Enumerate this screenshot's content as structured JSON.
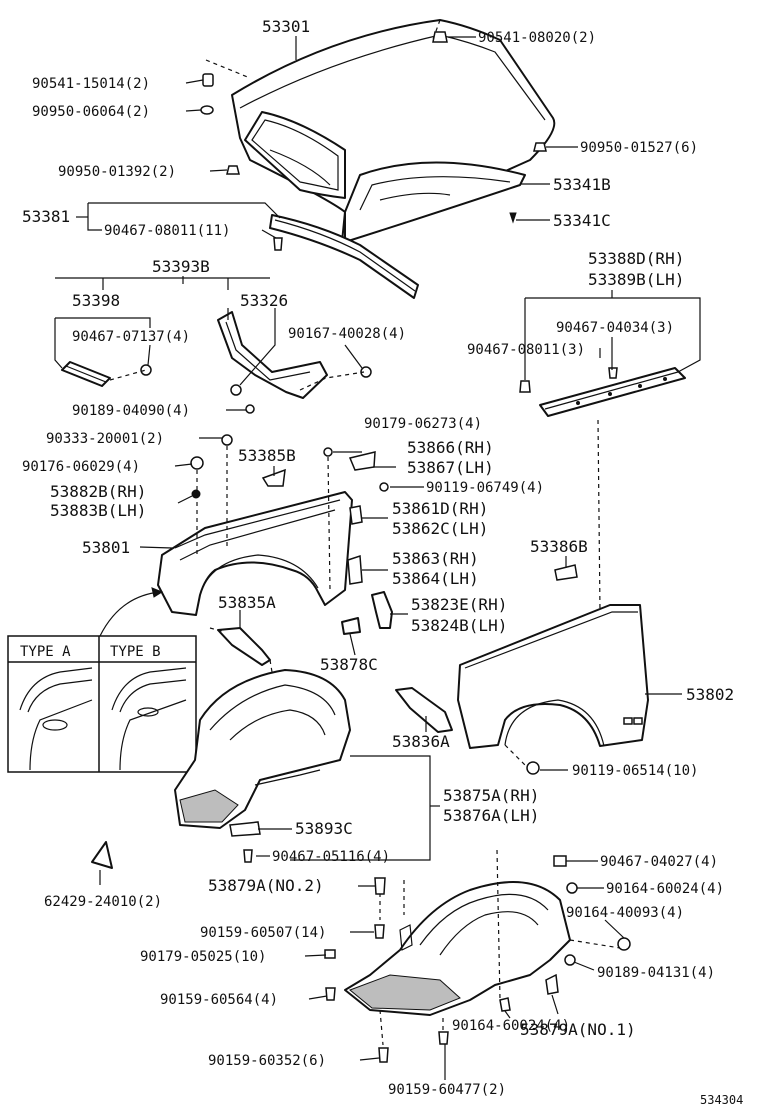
{
  "labels": {
    "p53301": "53301",
    "p90541_08020": "90541-08020(2)",
    "p90541_15014": "90541-15014(2)",
    "p90950_06064": "90950-06064(2)",
    "p90950_01527": "90950-01527(6)",
    "p90950_01392": "90950-01392(2)",
    "p53341B": "53341B",
    "p53341C": "53341C",
    "p53381": "53381",
    "p90467_08011_11": "90467-08011(11)",
    "p53393B": "53393B",
    "p53398": "53398",
    "p53326": "53326",
    "p90467_07137": "90467-07137(4)",
    "p90167_40028": "90167-40028(4)",
    "p90189_04090": "90189-04090(4)",
    "p53388D": "53388D(RH)",
    "p53389B": "53389B(LH)",
    "p90467_04034": "90467-04034(3)",
    "p90467_08011_3": "90467-08011(3)",
    "p90179_06273": "90179-06273(4)",
    "p90333_20001": "90333-20001(2)",
    "p90176_06029": "90176-06029(4)",
    "p53385B": "53385B",
    "p53866": "53866(RH)",
    "p53867": "53867(LH)",
    "p90119_06749": "90119-06749(4)",
    "p53882B": "53882B(RH)",
    "p53883B": "53883B(LH)",
    "p53861D": "53861D(RH)",
    "p53862C": "53862C(LH)",
    "p53801": "53801",
    "p53863": "53863(RH)",
    "p53864": "53864(LH)",
    "p53386B": "53386B",
    "p53835A": "53835A",
    "p53823E": "53823E(RH)",
    "p53824B": "53824B(LH)",
    "p53878C": "53878C",
    "typeA": "TYPE A",
    "typeB": "TYPE B",
    "p53802": "53802",
    "p53836A": "53836A",
    "p90119_06514": "90119-06514(10)",
    "p53875A": "53875A(RH)",
    "p53876A": "53876A(LH)",
    "p53893C": "53893C",
    "p90467_05116": "90467-05116(4)",
    "p62429_24010": "62429-24010(2)",
    "p90467_04027": "90467-04027(4)",
    "p53879A_no2": "53879A(NO.2)",
    "p90164_60024_a": "90164-60024(4)",
    "p90164_40093": "90164-40093(4)",
    "p90159_60507": "90159-60507(14)",
    "p90179_05025": "90179-05025(10)",
    "p90189_04131": "90189-04131(4)",
    "p90159_60564": "90159-60564(4)",
    "p53879A_no1": "53879A(NO.1)",
    "p90164_60024_b": "90164-60024(4)",
    "p90159_60352": "90159-60352(6)",
    "p90159_60477": "90159-60477(2)",
    "figure_id": "534304"
  }
}
